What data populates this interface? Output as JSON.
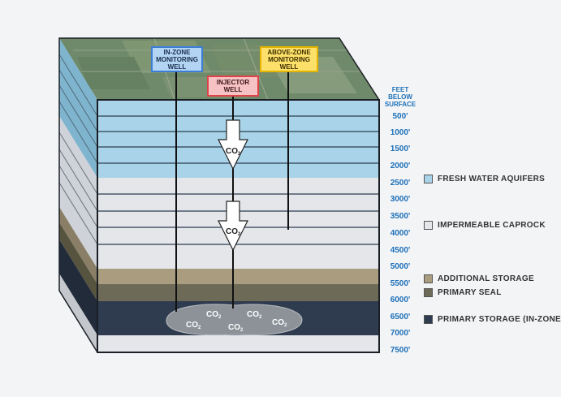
{
  "wells": {
    "in_zone": "IN-ZONE MONITORING WELL",
    "injector": "INJECTOR WELL",
    "above_zone": "ABOVE-ZONE MONITORING WELL"
  },
  "depth_axis": {
    "header": "FEET BELOW SURFACE",
    "ticks": [
      "500'",
      "1000'",
      "1500'",
      "2000'",
      "2500'",
      "3000'",
      "3500'",
      "4000'",
      "4500'",
      "5000'",
      "5500'",
      "6000'",
      "6500'",
      "7000'",
      "7500'"
    ]
  },
  "legend": [
    {
      "label": "FRESH WATER AQUIFERS",
      "color": "#a9d3e8"
    },
    {
      "label": "IMPERMEABLE CAPROCK",
      "color": "#e4e6ea"
    },
    {
      "label": "ADDITIONAL STORAGE",
      "color": "#a99c7f"
    },
    {
      "label": "PRIMARY SEAL",
      "color": "#6e6a58"
    },
    {
      "label": "PRIMARY STORAGE (IN-ZONE)",
      "color": "#2f3b4e"
    }
  ],
  "co2_label": "CO2",
  "colors": {
    "in_zone_well": "#3b7dd8",
    "injector_well": "#e0424a",
    "above_zone_well": "#f2c400",
    "depth_text": "#1d70b8"
  }
}
